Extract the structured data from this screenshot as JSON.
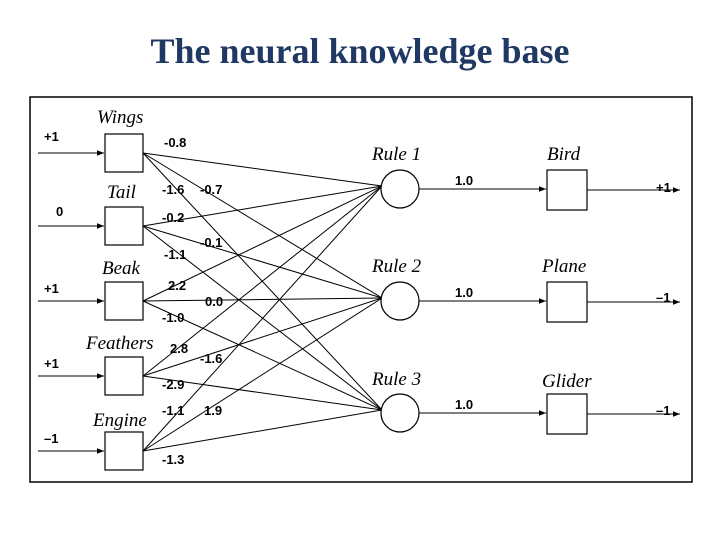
{
  "title": "The neural knowledge base",
  "inputs": [
    {
      "name": "Wings",
      "value": "+1"
    },
    {
      "name": "Tail",
      "value": "0"
    },
    {
      "name": "Beak",
      "value": "+1"
    },
    {
      "name": "Feathers",
      "value": "+1"
    },
    {
      "name": "Engine",
      "value": "–1"
    }
  ],
  "rules": [
    {
      "name": "Rule 1",
      "weight": "1.0"
    },
    {
      "name": "Rule 2",
      "weight": "1.0"
    },
    {
      "name": "Rule 3",
      "weight": "1.0"
    }
  ],
  "outputs": [
    {
      "name": "Bird",
      "value": "+1"
    },
    {
      "name": "Plane",
      "value": "–1"
    },
    {
      "name": "Glider",
      "value": "–1"
    }
  ],
  "weights": {
    "w1": "-0.8",
    "w2": "-1.6",
    "w3": "-0.7",
    "w4": "-0.2",
    "w5": "-0.1",
    "w6": "-1.1",
    "w7": "2.2",
    "w8": "0.0",
    "w9": "-1.0",
    "w10": "2.8",
    "w11": "-1.6",
    "w12": "-2.9",
    "w13": "-1.1",
    "w14": "1.9",
    "w15": "-1.3"
  }
}
